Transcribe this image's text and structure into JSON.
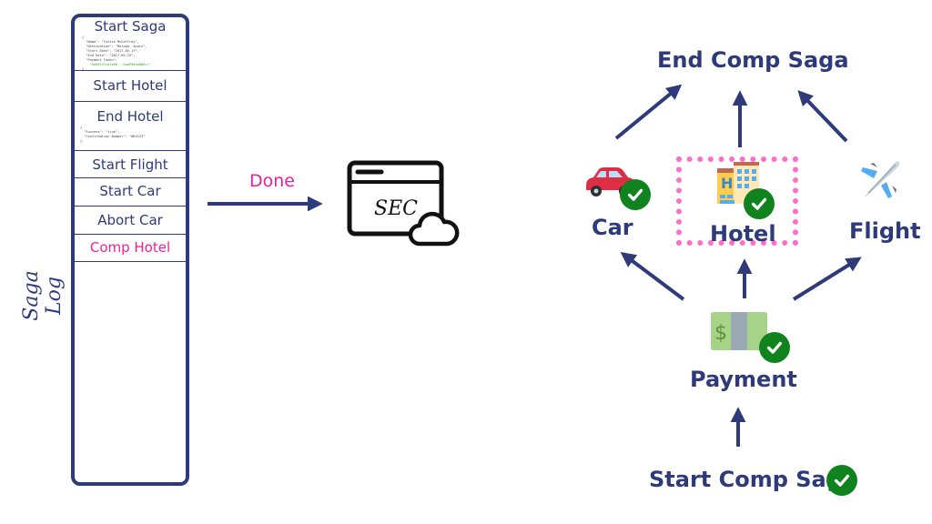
{
  "saga_log": {
    "label": "Saga Log",
    "entries": [
      {
        "title": "Start Saga",
        "status": "normal",
        "json": [
          "{",
          "  \"Name\": \"Caitie McCaffrey\",",
          "  \"Destination\": \"Malaga, Spain\",",
          "  \"Start Date\": \"2017-05-17\",",
          "  \"End Date\": \"2017-05-25\",",
          "  \"Payment Token\":",
          "    \"5eb5131cb1e86...hqwP9dyb0BQ==\"",
          "}"
        ]
      },
      {
        "title": "Start Hotel",
        "status": "normal"
      },
      {
        "title": "End Hotel",
        "status": "normal",
        "json": [
          "{",
          "  \"Success\": \"true\",",
          "  \"Confirmation Number\": \"WEX123\"",
          "}"
        ]
      },
      {
        "title": "Start Flight",
        "status": "normal"
      },
      {
        "title": "Start Car",
        "status": "normal"
      },
      {
        "title": "Abort Car",
        "status": "normal"
      },
      {
        "title": "Comp Hotel",
        "status": "compensating"
      }
    ]
  },
  "message": {
    "label": "Done",
    "target": {
      "name": "SEC",
      "icon": "browser-cloud-icon"
    }
  },
  "comp_saga": {
    "end_label": "End Comp Saga",
    "start_label": "Start Comp Saga",
    "nodes": [
      {
        "id": "car",
        "label": "Car",
        "icon": "car-icon",
        "done": true
      },
      {
        "id": "hotel",
        "label": "Hotel",
        "icon": "hotel-icon",
        "done": true,
        "highlighted": true
      },
      {
        "id": "flight",
        "label": "Flight",
        "icon": "airplane-icon",
        "done": false
      },
      {
        "id": "payment",
        "label": "Payment",
        "icon": "money-icon",
        "done": true
      }
    ],
    "start_done": true
  },
  "colors": {
    "primary": "#2e3a7a",
    "accent": "#ee1f9a",
    "highlight_border": "#ff6ec7",
    "check": "#10831f"
  }
}
